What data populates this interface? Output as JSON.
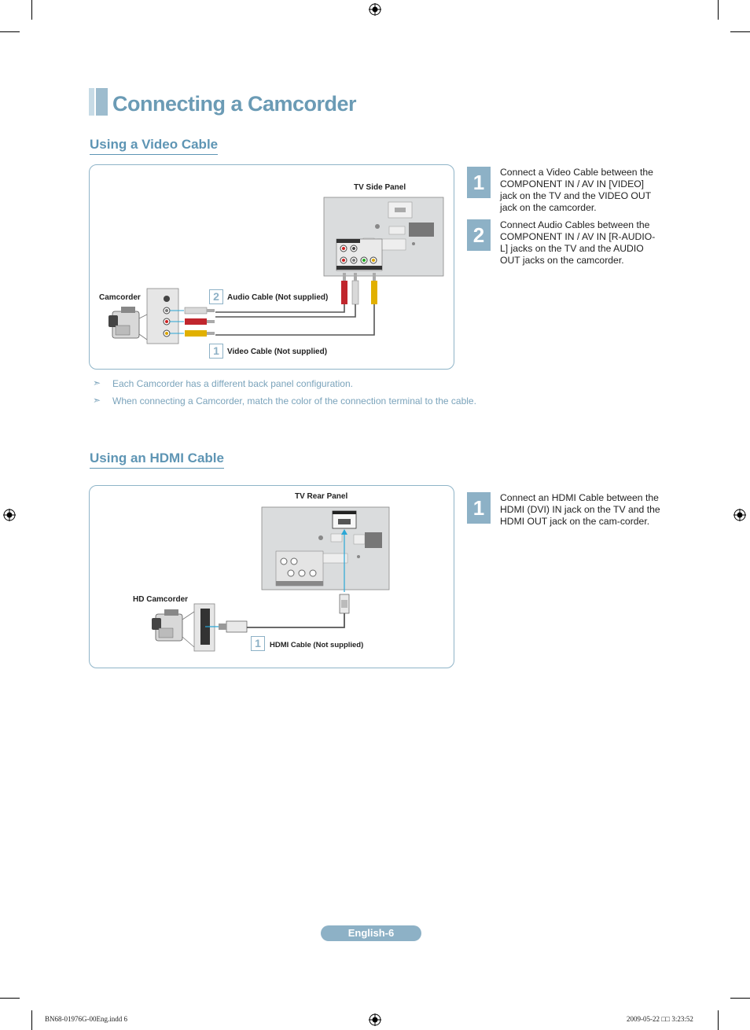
{
  "page_title": "Connecting a Camcorder",
  "sections": {
    "video": {
      "heading": "Using a Video Cable",
      "labels": {
        "tv_panel": "TV Side Panel",
        "camcorder": "Camcorder",
        "audio_cable": "Audio Cable (Not supplied)",
        "video_cable": "Video Cable (Not supplied)",
        "audio_num": "2",
        "video_num": "1"
      },
      "steps": [
        {
          "num": "1",
          "text": "Connect a Video Cable between the COMPONENT IN / AV IN [VIDEO] jack on the TV and the VIDEO OUT jack on the camcorder."
        },
        {
          "num": "2",
          "text": "Connect Audio Cables between the COMPONENT IN / AV IN [R-AUDIO-L] jacks on the TV and the AUDIO OUT jacks on the camcorder."
        }
      ],
      "notes": [
        "Each Camcorder has a different back panel configuration.",
        "When connecting a Camcorder, match the color of the connection terminal to the cable."
      ]
    },
    "hdmi": {
      "heading": "Using an HDMI Cable",
      "labels": {
        "tv_panel": "TV Rear Panel",
        "camcorder": "HD Camcorder",
        "hdmi_cable": "HDMI Cable (Not supplied)",
        "hdmi_num": "1"
      },
      "steps": [
        {
          "num": "1",
          "text": "Connect an HDMI Cable between the HDMI (DVI) IN jack on the TV and the HDMI OUT jack on the cam-corder."
        }
      ]
    }
  },
  "footer": {
    "page_label": "English-6",
    "file_name": "BN68-01976G-00Eng.indd   6",
    "timestamp": "2009-05-22   □□ 3:23:52"
  },
  "colors": {
    "accent": "#8db1c6",
    "heading": "#5e95b4",
    "note": "#7aa3bb"
  }
}
